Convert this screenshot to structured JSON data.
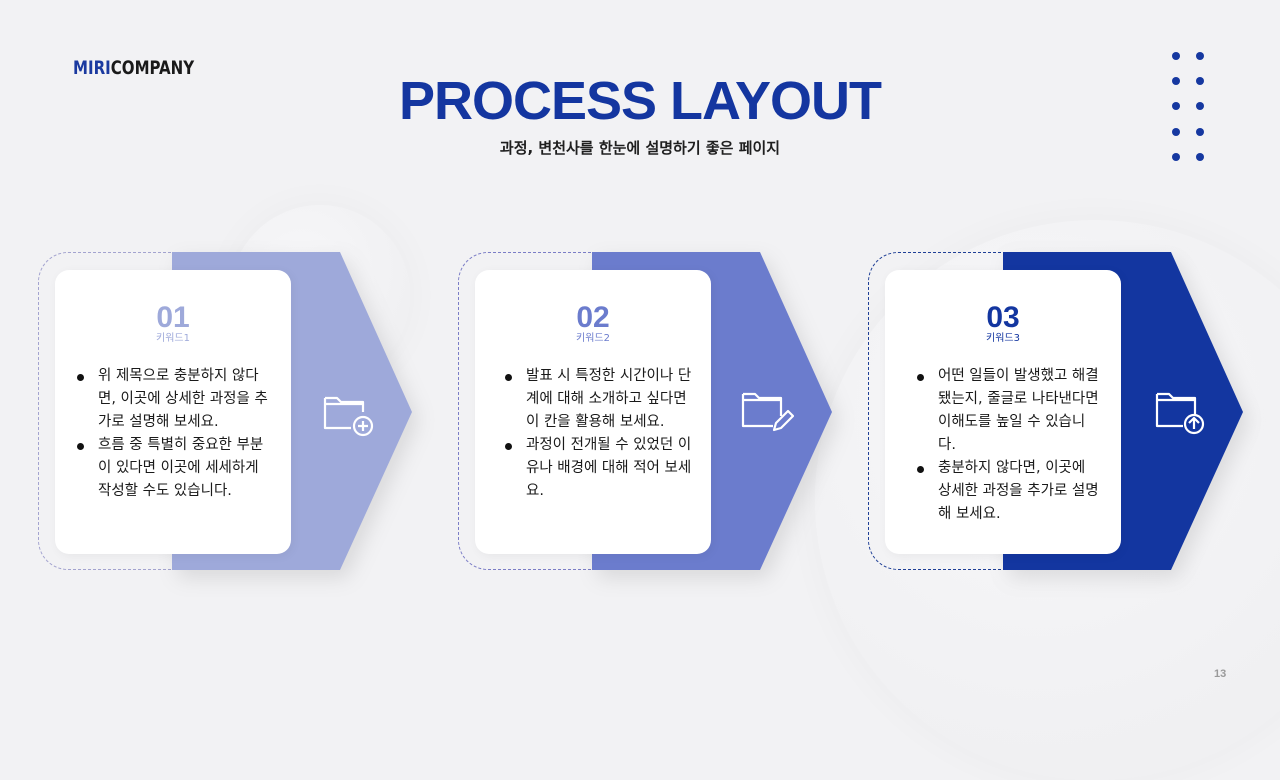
{
  "header": {
    "logo_part1": "MIRI",
    "logo_part2": "COMPANY",
    "title": "PROCESS LAYOUT",
    "subtitle": "과정, 변천사를 한눈에 설명하기 좋은 페이지"
  },
  "decor": {
    "dot_grid": "5x2",
    "dot_color": "#1638a0"
  },
  "steps": [
    {
      "number": "01",
      "keyword": "키워드1",
      "color": "#9ea9da",
      "number_color": "#9ea9da",
      "outline_color": "#a3a3cf",
      "icon": "folder-add-icon",
      "bullets": [
        "위 제목으로 충분하지 않다면, 이곳에 상세한 과정을 추가로 설명해 보세요.",
        "흐름 중 특별히 중요한 부분이 있다면 이곳에 세세하게 작성할 수도 있습니다."
      ]
    },
    {
      "number": "02",
      "keyword": "키워드2",
      "color": "#6b7ccd",
      "number_color": "#6b7ccd",
      "outline_color": "#7b7dc6",
      "icon": "folder-edit-icon",
      "bullets": [
        "발표 시 특정한 시간이나 단계에 대해 소개하고 싶다면 이 칸을 활용해 보세요.",
        "과정이 전개될 수 있었던 이유나 배경에 대해 적어 보세요."
      ]
    },
    {
      "number": "03",
      "keyword": "키워드3",
      "color": "#1336a0",
      "number_color": "#1336a0",
      "outline_color": "#1f3f96",
      "icon": "folder-upload-icon",
      "bullets": [
        "어떤 일들이 발생했고 해결됐는지, 줄글로 나타낸다면 이해도를 높일 수 있습니다.",
        "충분하지 않다면, 이곳에 상세한 과정을 추가로 설명해 보세요."
      ]
    }
  ],
  "footer": {
    "page_number": "13"
  }
}
